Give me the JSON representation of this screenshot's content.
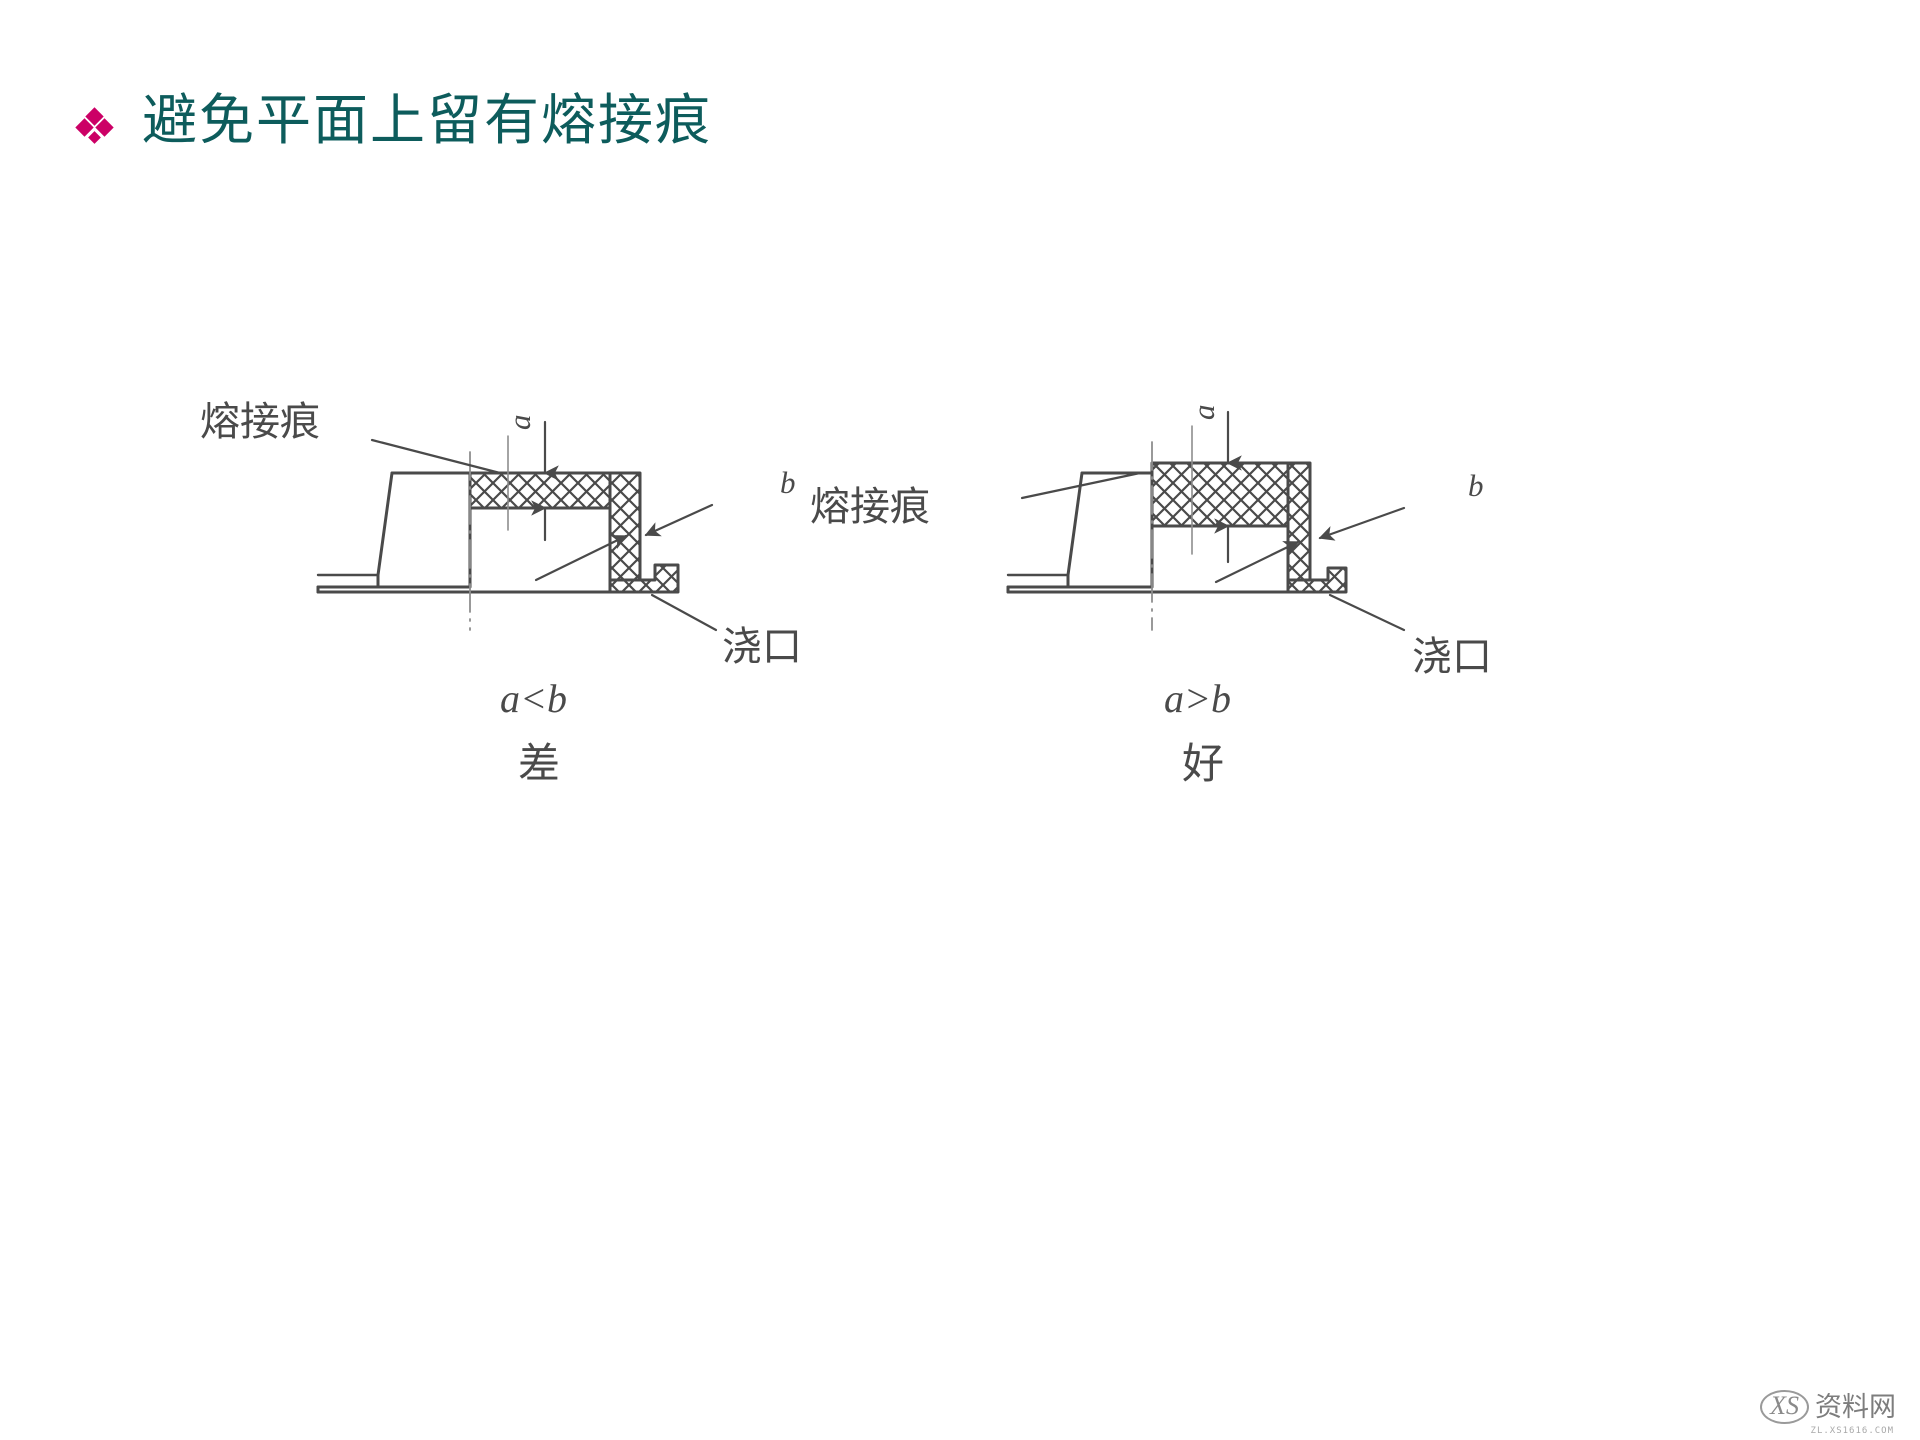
{
  "slide": {
    "background_color": "#ffffff",
    "title": {
      "bullet_glyph": "diamond-cluster",
      "bullet_color": "#cc0066",
      "text": "避免平面上留有熔接痕",
      "color": "#0d5c5c"
    }
  },
  "figures": [
    {
      "id": "left",
      "side": "bad",
      "labels": {
        "weld_line": "熔接痕",
        "dim_a": "a",
        "dim_b": "b",
        "gate": "浇口",
        "relation": "a<b",
        "verdict": "差"
      }
    },
    {
      "id": "right",
      "side": "good",
      "labels": {
        "weld_line": "熔接痕",
        "dim_a": "a",
        "dim_b": "b",
        "gate": "浇口",
        "relation": "a>b",
        "verdict": "好"
      }
    }
  ],
  "watermark": {
    "mark": "XS",
    "text": "资料网",
    "url": "ZL.XS1616.COM",
    "color": "#7d7d7d"
  }
}
